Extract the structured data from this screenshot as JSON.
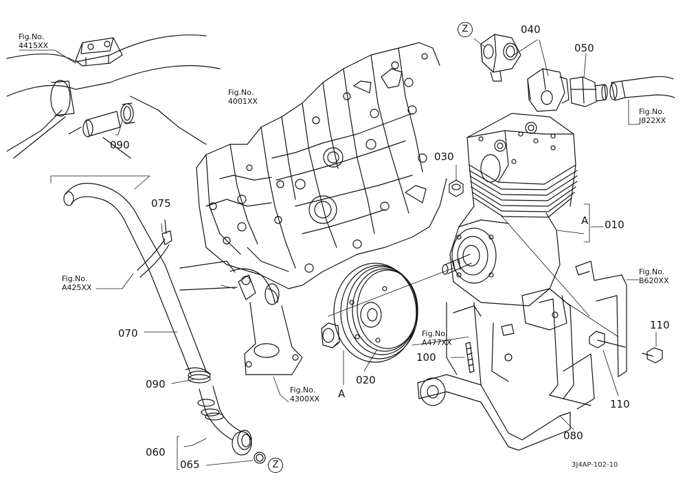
{
  "doc_id": "3J4AP-102-10",
  "ref_marks": {
    "z": "Z",
    "a": "A"
  },
  "parts": {
    "p010": "010",
    "p020": "020",
    "p030": "030",
    "p040": "040",
    "p050": "050",
    "p060": "060",
    "p065": "065",
    "p070": "070",
    "p075": "075",
    "p080": "080",
    "p090": "090",
    "p100": "100",
    "p110": "110"
  },
  "fig_refs": [
    {
      "label": "Fig.No.",
      "ref": "4415XX"
    },
    {
      "label": "Fig.No.",
      "ref": "4001XX"
    },
    {
      "label": "Fig.No.",
      "ref": "J822XX"
    },
    {
      "label": "Fig.No.",
      "ref": "A425XX"
    },
    {
      "label": "Fig.No.",
      "ref": "B620XX"
    },
    {
      "label": "Fig.No.",
      "ref": "A477XX"
    },
    {
      "label": "Fig.No.",
      "ref": "4300XX"
    }
  ]
}
